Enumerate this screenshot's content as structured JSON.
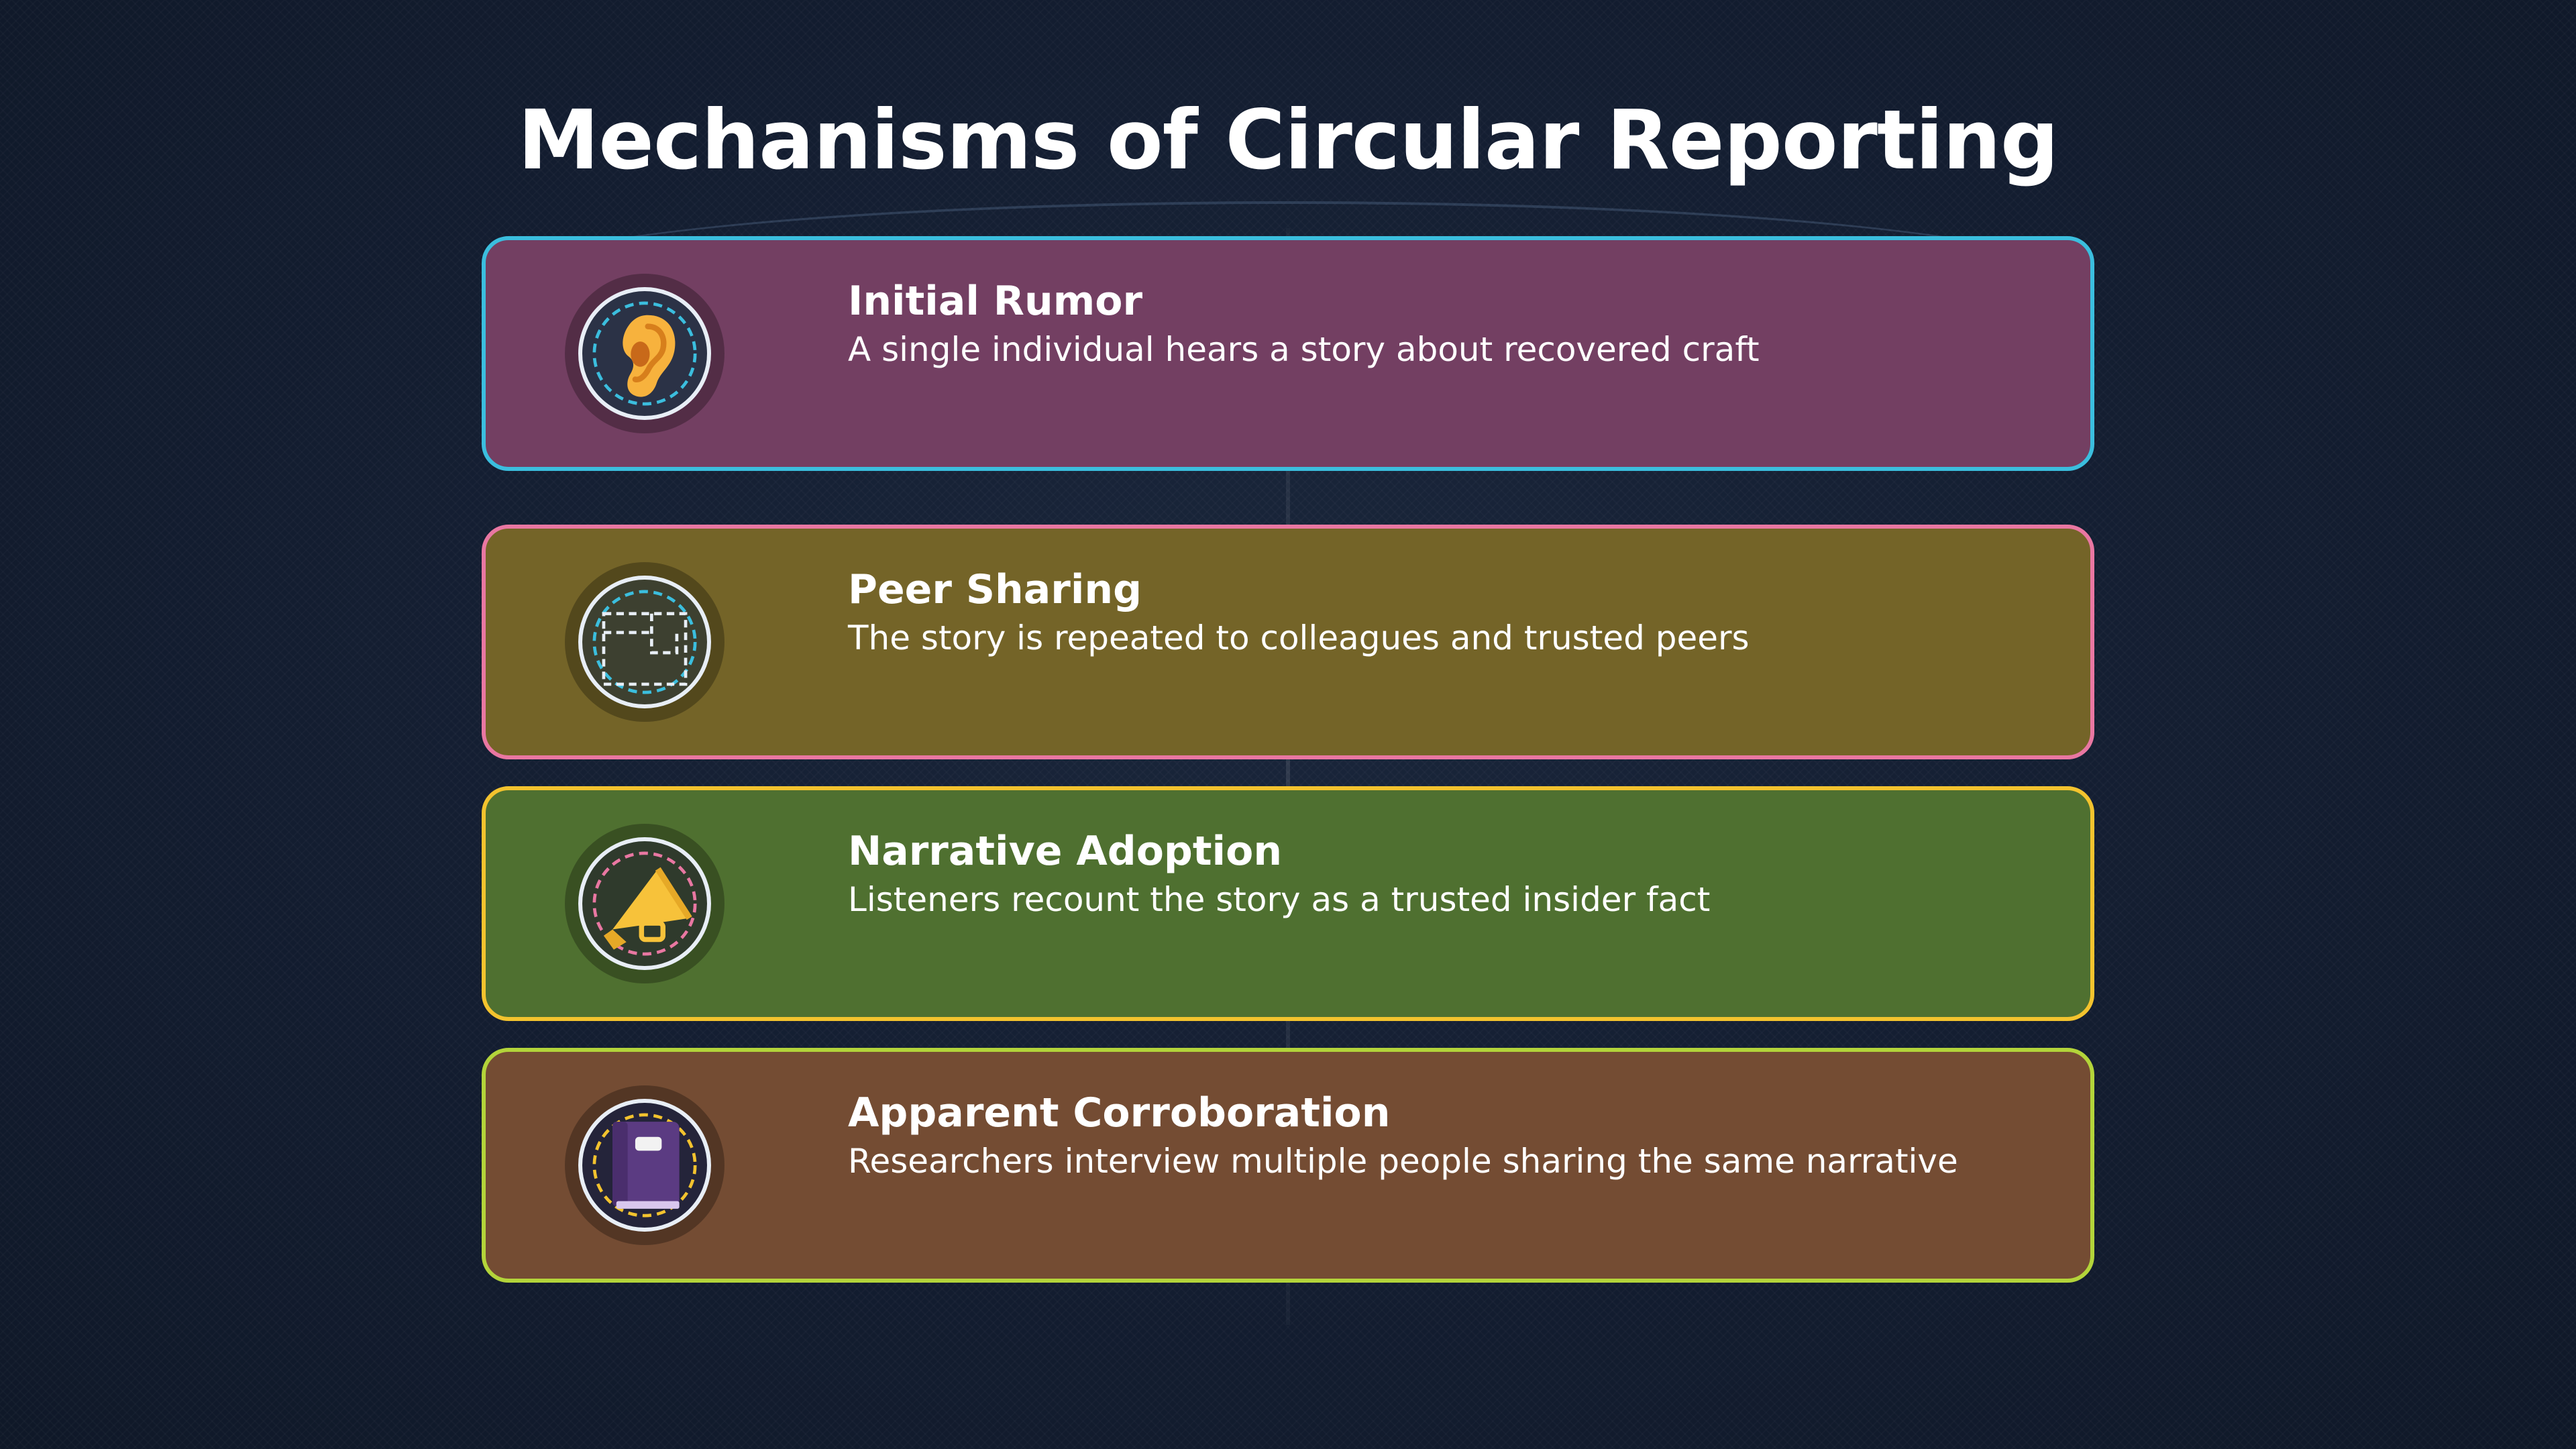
{
  "title": "Mechanisms of Circular Reporting",
  "steps": [
    {
      "heading": "Initial Rumor",
      "description": "A single individual hears a story about recovered craft",
      "icon": "ear-icon",
      "background": "#733f62",
      "border": "#3bbede"
    },
    {
      "heading": "Peer Sharing",
      "description": "The story is repeated to colleagues and trusted peers",
      "icon": "document-icon",
      "background": "#746428",
      "border": "#e977a2"
    },
    {
      "heading": "Narrative Adoption",
      "description": "Listeners recount the story as a trusted insider fact",
      "icon": "megaphone-icon",
      "background": "#4f7030",
      "border": "#f3c32e"
    },
    {
      "heading": "Apparent Corroboration",
      "description": "Researchers interview multiple people sharing the same narrative",
      "icon": "book-icon",
      "background": "#744c33",
      "border": "#b3d43a"
    }
  ]
}
